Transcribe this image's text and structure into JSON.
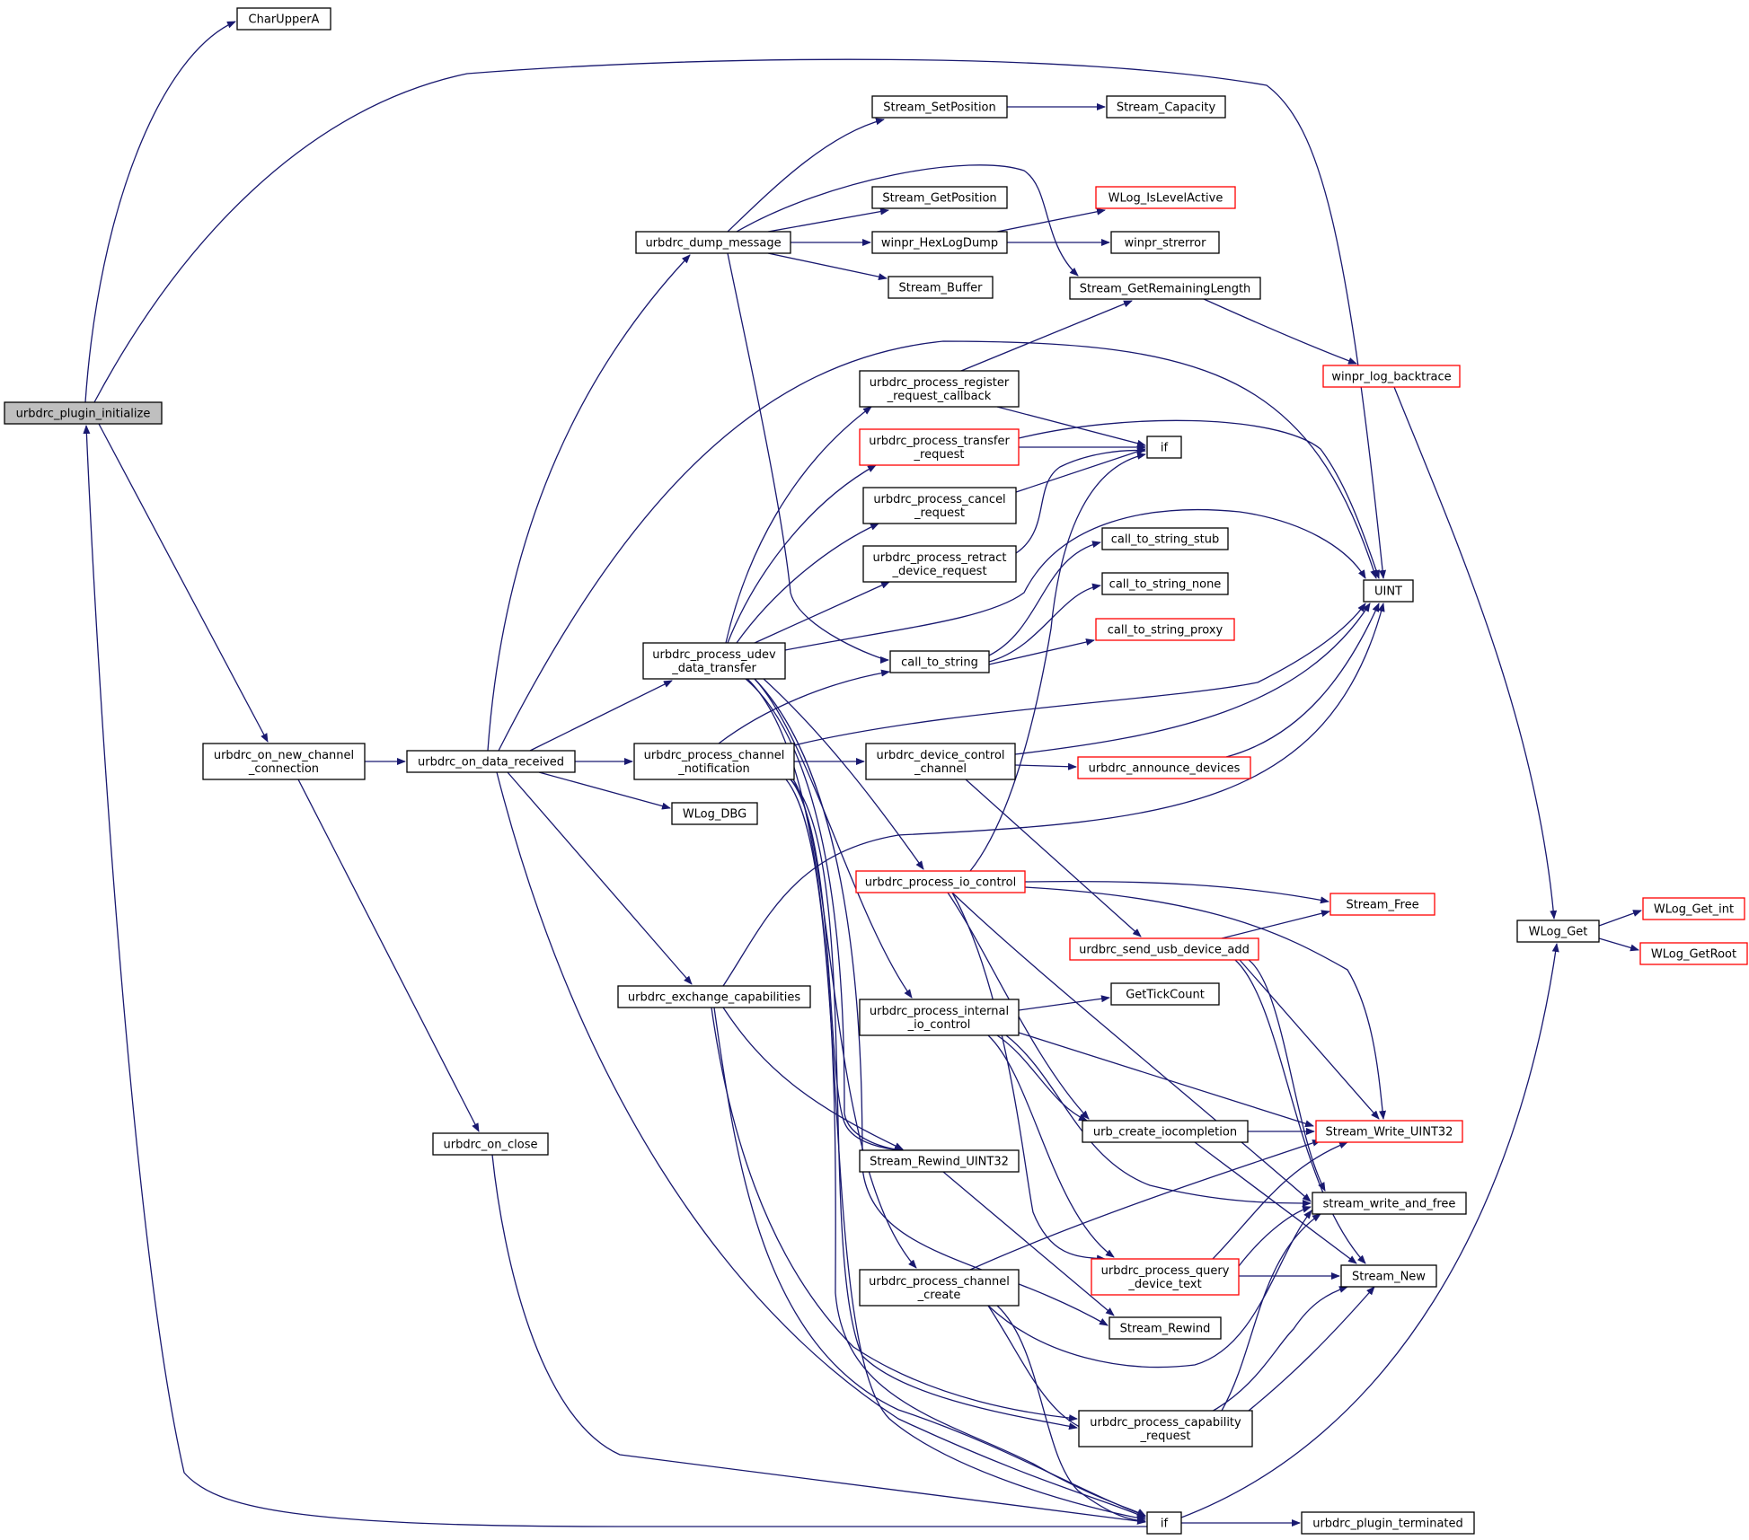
{
  "diagram": {
    "type": "call-graph",
    "colors": {
      "edge": "#191970",
      "node_border": "#000000",
      "node_border_truncated": "#ff0000",
      "root_fill": "#bfbfbf"
    },
    "nodes": [
      {
        "id": "urbdrc_plugin_initialize",
        "lines": [
          "urbdrc_plugin_initialize"
        ],
        "style": "root"
      },
      {
        "id": "CharUpperA",
        "lines": [
          "CharUpperA"
        ]
      },
      {
        "id": "UINT",
        "lines": [
          "UINT"
        ]
      },
      {
        "id": "urbdrc_on_new_channel_connection",
        "lines": [
          "urbdrc_on_new_channel",
          "_connection"
        ]
      },
      {
        "id": "urbdrc_on_data_received",
        "lines": [
          "urbdrc_on_data_received"
        ]
      },
      {
        "id": "urbdrc_on_close",
        "lines": [
          "urbdrc_on_close"
        ]
      },
      {
        "id": "if_bottom",
        "lines": [
          "if"
        ]
      },
      {
        "id": "urbdrc_dump_message",
        "lines": [
          "urbdrc_dump_message"
        ]
      },
      {
        "id": "urbdrc_process_udev_data_transfer",
        "lines": [
          "urbdrc_process_udev",
          "_data_transfer"
        ]
      },
      {
        "id": "urbdrc_process_channel_notification",
        "lines": [
          "urbdrc_process_channel",
          "_notification"
        ]
      },
      {
        "id": "WLog_DBG",
        "lines": [
          "WLog_DBG"
        ]
      },
      {
        "id": "urbdrc_exchange_capabilities",
        "lines": [
          "urbdrc_exchange_capabilities"
        ]
      },
      {
        "id": "Stream_SetPosition",
        "lines": [
          "Stream_SetPosition"
        ]
      },
      {
        "id": "Stream_Capacity",
        "lines": [
          "Stream_Capacity"
        ]
      },
      {
        "id": "Stream_GetPosition",
        "lines": [
          "Stream_GetPosition"
        ]
      },
      {
        "id": "winpr_HexLogDump",
        "lines": [
          "winpr_HexLogDump"
        ]
      },
      {
        "id": "WLog_IsLevelActive",
        "lines": [
          "WLog_IsLevelActive"
        ],
        "style": "red"
      },
      {
        "id": "winpr_strerror",
        "lines": [
          "winpr_strerror"
        ]
      },
      {
        "id": "Stream_Buffer",
        "lines": [
          "Stream_Buffer"
        ]
      },
      {
        "id": "Stream_GetRemainingLength",
        "lines": [
          "Stream_GetRemainingLength"
        ]
      },
      {
        "id": "winpr_log_backtrace",
        "lines": [
          "winpr_log_backtrace"
        ],
        "style": "red"
      },
      {
        "id": "urbdrc_process_register_request_callback",
        "lines": [
          "urbdrc_process_register",
          "_request_callback"
        ]
      },
      {
        "id": "urbdrc_process_transfer_request",
        "lines": [
          "urbdrc_process_transfer",
          "_request"
        ],
        "style": "red"
      },
      {
        "id": "urbdrc_process_cancel_request",
        "lines": [
          "urbdrc_process_cancel",
          "_request"
        ]
      },
      {
        "id": "urbdrc_process_retract_device_request",
        "lines": [
          "urbdrc_process_retract",
          "_device_request"
        ]
      },
      {
        "id": "if_top",
        "lines": [
          "if"
        ]
      },
      {
        "id": "call_to_string_stub",
        "lines": [
          "call_to_string_stub"
        ]
      },
      {
        "id": "call_to_string_none",
        "lines": [
          "call_to_string_none"
        ]
      },
      {
        "id": "call_to_string_proxy",
        "lines": [
          "call_to_string_proxy"
        ],
        "style": "red"
      },
      {
        "id": "call_to_string",
        "lines": [
          "call_to_string"
        ]
      },
      {
        "id": "urbdrc_device_control_channel",
        "lines": [
          "urbdrc_device_control",
          "_channel"
        ]
      },
      {
        "id": "urbdrc_announce_devices",
        "lines": [
          "urbdrc_announce_devices"
        ],
        "style": "red"
      },
      {
        "id": "urbdrc_process_io_control",
        "lines": [
          "urbdrc_process_io_control"
        ],
        "style": "red"
      },
      {
        "id": "Stream_Free",
        "lines": [
          "Stream_Free"
        ],
        "style": "red"
      },
      {
        "id": "urdbrc_send_usb_device_add",
        "lines": [
          "urdbrc_send_usb_device_add"
        ],
        "style": "red"
      },
      {
        "id": "WLog_Get",
        "lines": [
          "WLog_Get"
        ]
      },
      {
        "id": "WLog_Get_int",
        "lines": [
          "WLog_Get_int"
        ],
        "style": "red"
      },
      {
        "id": "WLog_GetRoot",
        "lines": [
          "WLog_GetRoot"
        ],
        "style": "red"
      },
      {
        "id": "urbdrc_process_internal_io_control",
        "lines": [
          "urbdrc_process_internal",
          "_io_control"
        ]
      },
      {
        "id": "GetTickCount",
        "lines": [
          "GetTickCount"
        ]
      },
      {
        "id": "urb_create_iocompletion",
        "lines": [
          "urb_create_iocompletion"
        ]
      },
      {
        "id": "Stream_Write_UINT32",
        "lines": [
          "Stream_Write_UINT32"
        ],
        "style": "red"
      },
      {
        "id": "Stream_Rewind_UINT32",
        "lines": [
          "Stream_Rewind_UINT32"
        ]
      },
      {
        "id": "stream_write_and_free",
        "lines": [
          "stream_write_and_free"
        ]
      },
      {
        "id": "urbdrc_process_query_device_text",
        "lines": [
          "urbdrc_process_query",
          "_device_text"
        ],
        "style": "red"
      },
      {
        "id": "Stream_New",
        "lines": [
          "Stream_New"
        ]
      },
      {
        "id": "urbdrc_process_channel_create",
        "lines": [
          "urbdrc_process_channel",
          "_create"
        ]
      },
      {
        "id": "Stream_Rewind",
        "lines": [
          "Stream_Rewind"
        ]
      },
      {
        "id": "urbdrc_process_capability_request",
        "lines": [
          "urbdrc_process_capability",
          "_request"
        ]
      },
      {
        "id": "urbdrc_plugin_terminated",
        "lines": [
          "urbdrc_plugin_terminated"
        ]
      }
    ]
  }
}
